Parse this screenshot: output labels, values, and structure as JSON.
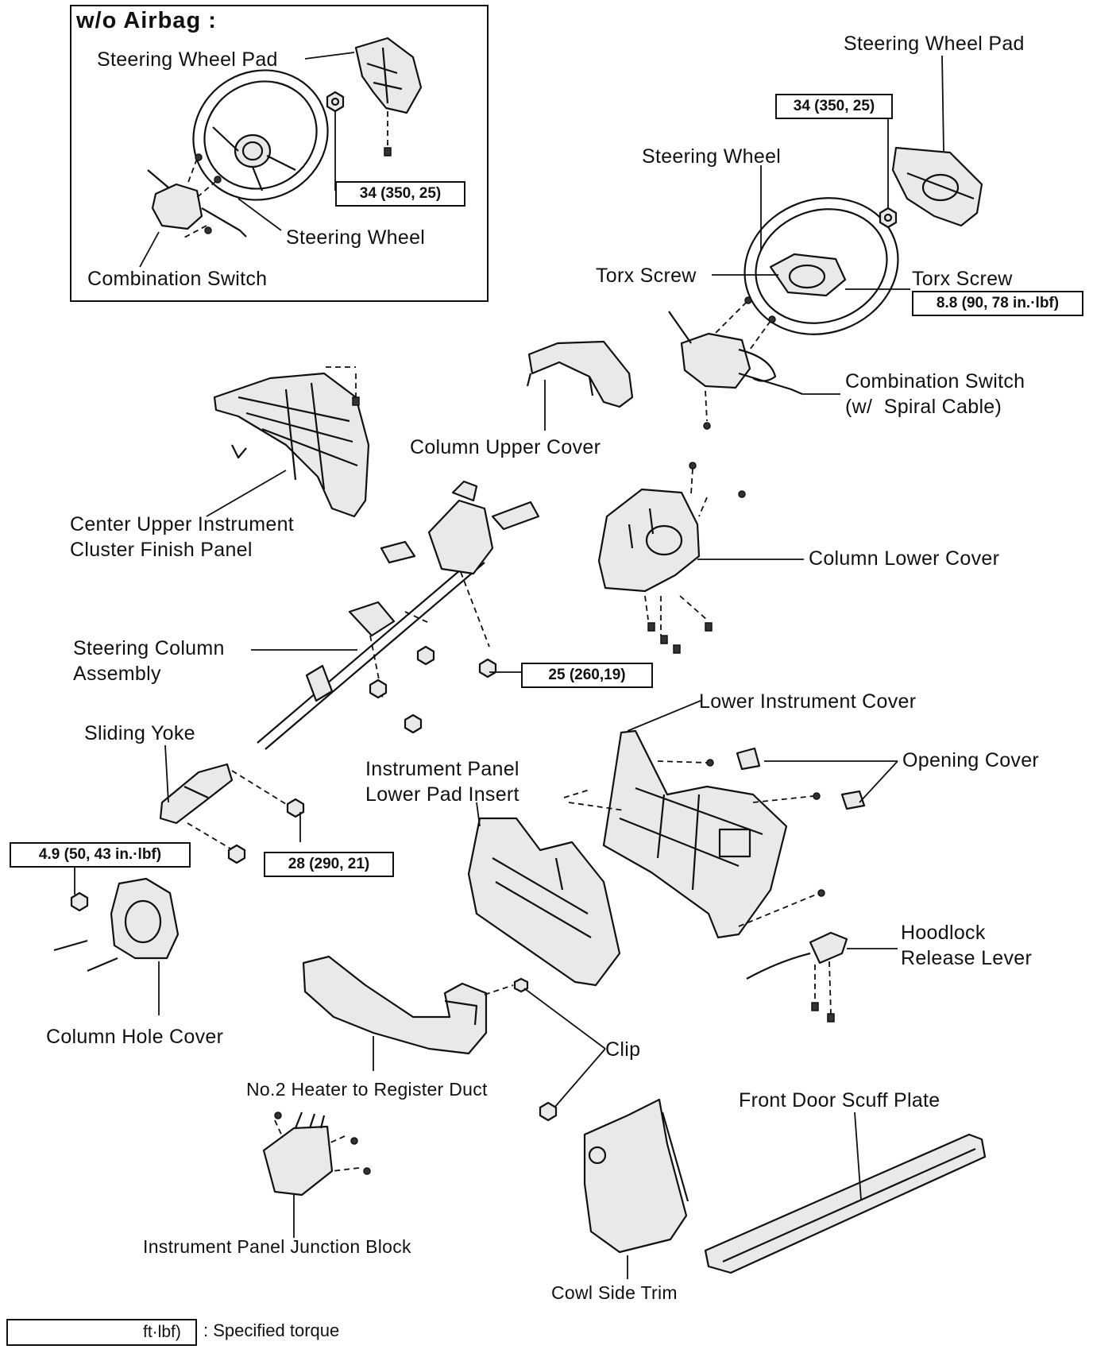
{
  "inset": {
    "title": "w/o Airbag :",
    "labels": {
      "pad": "Steering Wheel Pad",
      "wheel": "Steering Wheel",
      "switch": "Combination Switch"
    },
    "torque": "34 (350, 25)"
  },
  "labels": {
    "wheel_pad": "Steering Wheel Pad",
    "steering_wheel": "Steering Wheel",
    "torx_left": "Torx Screw",
    "torx_right": "Torx Screw",
    "combo_switch": "Combination Switch\n(w/  Spiral Cable)",
    "column_upper_cover": "Column Upper Cover",
    "center_panel": "Center Upper Instrument\nCluster Finish Panel",
    "column_lower_cover": "Column Lower Cover",
    "steering_column": "Steering Column\nAssembly",
    "lower_instrument_cover": "Lower  Instrument  Cover",
    "opening_cover": "Opening Cover",
    "sliding_yoke": "Sliding Yoke",
    "lower_pad_insert": "Instrument Panel\nLower Pad Insert",
    "hoodlock": "Hoodlock\nRelease Lever",
    "column_hole_cover": "Column Hole Cover",
    "clip": "Clip",
    "heater_duct": "No.2 Heater to Register Duct",
    "scuff_plate": "Front Door Scuff Plate",
    "junction_block": "Instrument Panel Junction Block",
    "cowl_trim": "Cowl Side Trim"
  },
  "torques": {
    "wheel_nut": "34 (350, 25)",
    "torx": "8.8 (90, 78 in.·lbf)",
    "column": "25 (260,19)",
    "yoke": "28 (290, 21)",
    "hole_cover": "4.9 (50, 43 in.·lbf)"
  },
  "legend": {
    "unit": "ft·lbf)",
    "text": ": Specified torque"
  },
  "icons": [
    "steering-wheel-icon",
    "bolt-icon",
    "nut-icon",
    "clip-icon"
  ]
}
